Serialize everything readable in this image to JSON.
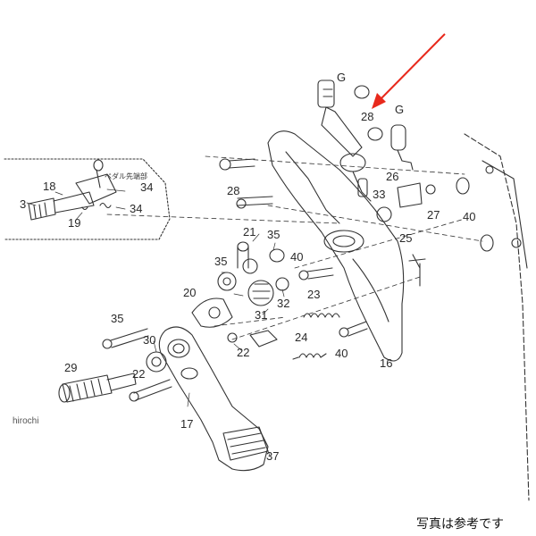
{
  "diagram": {
    "caption": "写真は参考です",
    "watermark": "hirochi",
    "inset_note": "ペダル先端部",
    "accent_color": "#e8291c",
    "labels": {
      "n3": "3",
      "n16": "16",
      "n17": "17",
      "n18": "18",
      "n19": "19",
      "n20": "20",
      "n21": "21",
      "n22a": "22",
      "n22b": "22",
      "n23": "23",
      "n24": "24",
      "n25": "25",
      "n26": "26",
      "n27": "27",
      "n28a": "28",
      "n28b": "28",
      "n29": "29",
      "n30": "30",
      "n31": "31",
      "n32": "32",
      "n33": "33",
      "n34a": "34",
      "n34b": "34",
      "n35a": "35",
      "n35b": "35",
      "n35c": "35",
      "n37": "37",
      "n40a": "40",
      "n40b": "40",
      "n40c": "40",
      "gA": "G",
      "gB": "G"
    }
  }
}
